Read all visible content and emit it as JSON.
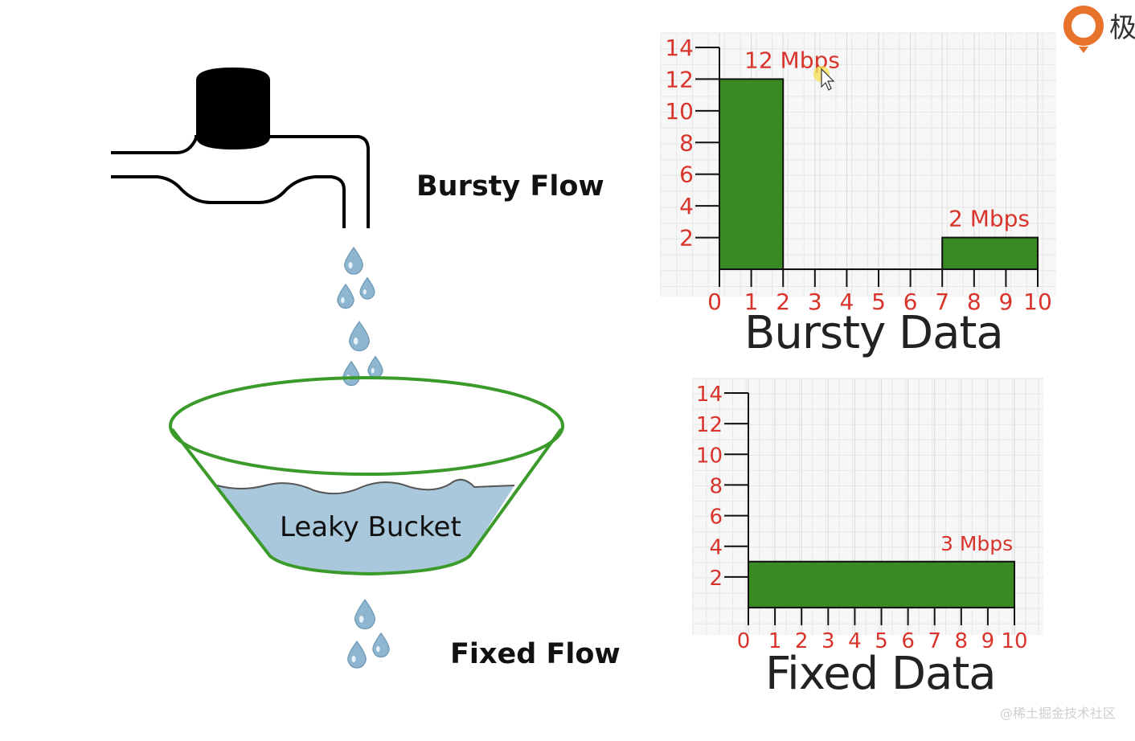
{
  "labels": {
    "bursty_flow": "Bursty Flow",
    "fixed_flow": "Fixed Flow",
    "leaky_bucket": "Leaky Bucket",
    "bursty_data": "Bursty Data",
    "fixed_data": "Fixed Data"
  },
  "watermark": "@稀土掘金技术社区",
  "logo_glyph": "极",
  "colors": {
    "bar_fill": "#3a8a24",
    "tick_label": "#d9342b",
    "bucket_rim": "#3a9a2a",
    "water": "#a9c8dc",
    "drop": "#8fb6d0"
  },
  "chart_data": [
    {
      "type": "bar",
      "title": "Bursty Data",
      "x_ticks": [
        "0",
        "1",
        "2",
        "3",
        "4",
        "5",
        "6",
        "7",
        "8",
        "9",
        "10"
      ],
      "y_ticks": [
        "2",
        "4",
        "6",
        "8",
        "10",
        "12",
        "14"
      ],
      "xlim": [
        0,
        10
      ],
      "ylim": [
        0,
        14
      ],
      "bars": [
        {
          "x0": 0,
          "x1": 2,
          "value": 12,
          "label": "12 Mbps"
        },
        {
          "x0": 7,
          "x1": 10,
          "value": 2,
          "label": "2 Mbps"
        }
      ],
      "grid": true
    },
    {
      "type": "bar",
      "title": "Fixed Data",
      "x_ticks": [
        "0",
        "1",
        "2",
        "3",
        "4",
        "5",
        "6",
        "7",
        "8",
        "9",
        "10"
      ],
      "y_ticks": [
        "2",
        "4",
        "6",
        "8",
        "10",
        "12",
        "14"
      ],
      "xlim": [
        0,
        10
      ],
      "ylim": [
        0,
        14
      ],
      "bars": [
        {
          "x0": 0,
          "x1": 10,
          "value": 3,
          "label": "3 Mbps"
        }
      ],
      "grid": true
    }
  ]
}
